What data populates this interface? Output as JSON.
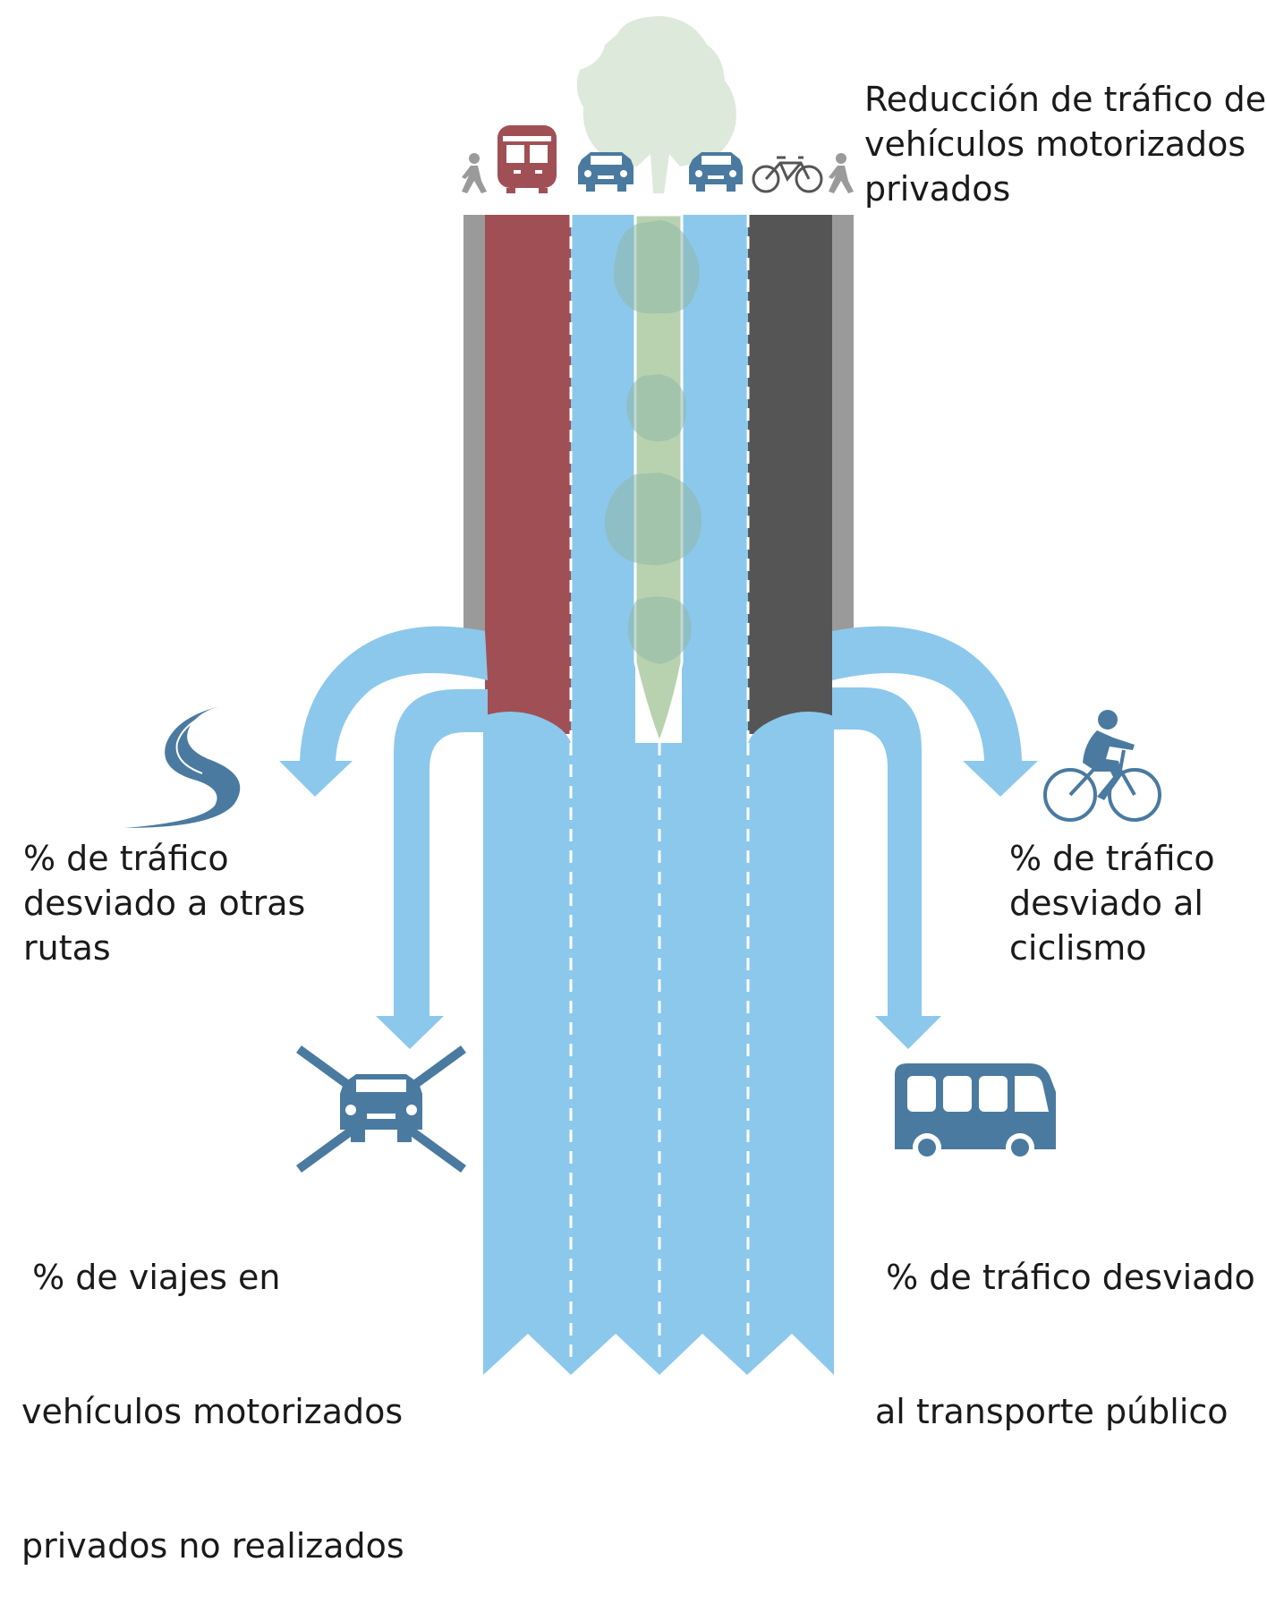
{
  "colors": {
    "flow": "#8cc8ec",
    "icon": "#4a7aa0",
    "bus_lane": "#a05055",
    "bike_lane": "#555555",
    "sidewalk": "#9a9a9a",
    "median": "#b8d2b0",
    "tree": "#dde9da",
    "pedestrian": "#9a9a9a"
  },
  "icons": [
    "pedestrian-icon",
    "tram-icon",
    "car-icon",
    "tree-icon",
    "bicycle-icon",
    "winding-road-icon",
    "cyclist-icon",
    "crossed-car-icon",
    "bus-icon"
  ],
  "labels": {
    "top_right": [
      "Reducción de tráfico de",
      "vehículos motorizados",
      "privados"
    ],
    "left_mid": [
      "% de tráfico",
      "desviado a otras",
      "rutas"
    ],
    "right_mid": [
      "% de tráfico",
      "desviado al",
      "ciclismo"
    ],
    "left_bottom": [
      " % de viajes en",
      "vehículos motorizados",
      "privados no realizados"
    ],
    "right_bottom": [
      " % de tráfico desviado",
      "al transporte público"
    ]
  }
}
